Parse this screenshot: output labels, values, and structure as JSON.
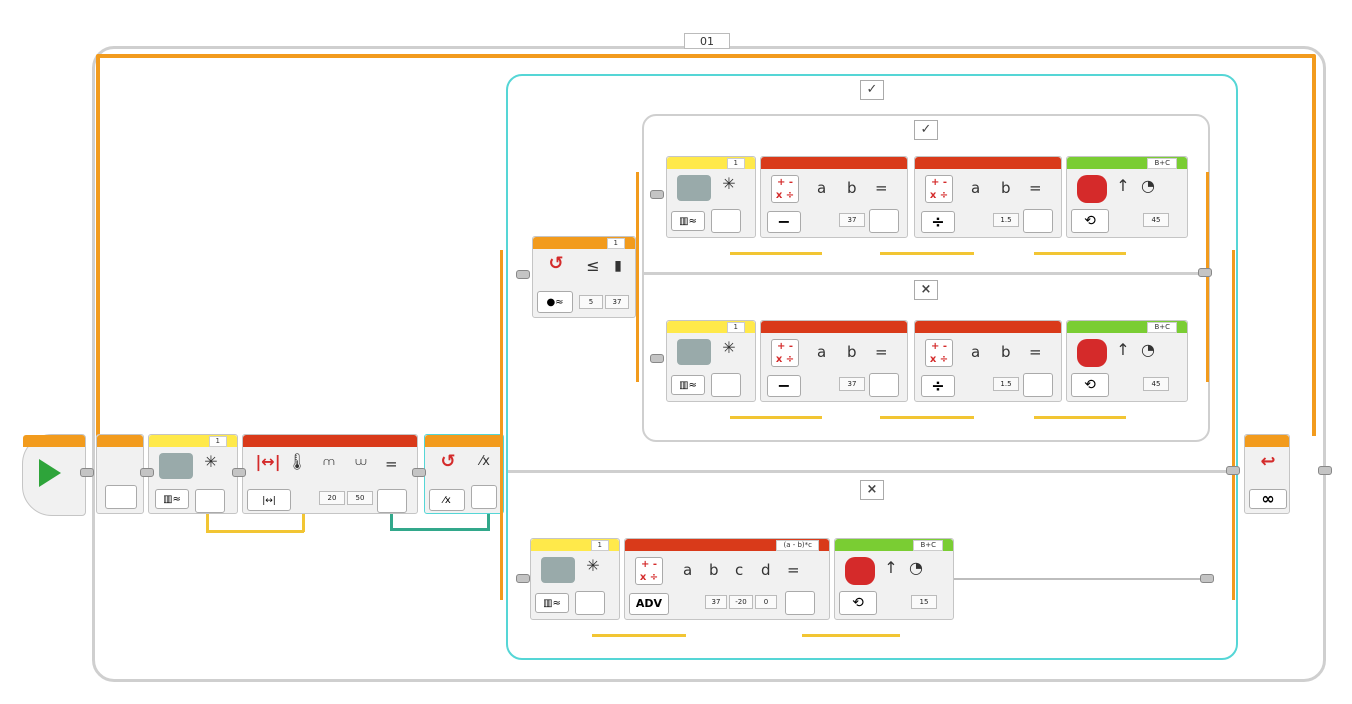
{
  "loop": {
    "name": "01",
    "mode_icon": "infinity-icon",
    "end_label": "∞"
  },
  "start": {
    "icon": "play-icon"
  },
  "sensor_block": {
    "port": "1",
    "icon": "color-sensor-icon",
    "mode": "reflected-light-icon"
  },
  "compare_block": {
    "values": [
      "20",
      "50"
    ]
  },
  "outer_switch": {
    "true_label": "✓",
    "false_label": "×",
    "mode_icon": "logic-switch-icon",
    "mode_label": "⁄x"
  },
  "inner_switch": {
    "port": "1",
    "compare": "≤",
    "values": [
      "5",
      "37"
    ]
  },
  "case_true": {
    "label": "✓",
    "sensor_port": "1",
    "math1": {
      "op": "−",
      "a": "a",
      "b": "b",
      "eq": "=",
      "value": "37"
    },
    "math2": {
      "op": "÷",
      "a": "a",
      "b": "b",
      "eq": "=",
      "value": "1.5"
    },
    "steer": {
      "ports": "B+C",
      "value": "45"
    }
  },
  "case_false": {
    "label": "×",
    "sensor_port": "1",
    "math1": {
      "op": "−",
      "a": "a",
      "b": "b",
      "eq": "=",
      "value": "37"
    },
    "math2": {
      "op": "÷",
      "a": "a",
      "b": "b",
      "eq": "=",
      "value": "1.5"
    },
    "steer": {
      "ports": "B+C",
      "value": "45"
    }
  },
  "outer_false": {
    "label": "×",
    "sensor_port": "1",
    "adv": {
      "formula": "(a - b)*c",
      "mode": "ADV",
      "a": "a",
      "b": "b",
      "c": "c",
      "d": "d",
      "eq": "=",
      "values": [
        "37",
        "-20",
        "0"
      ]
    },
    "steer": {
      "ports": "B+C",
      "value": "15"
    }
  },
  "colors": {
    "orange": "#f29b1d",
    "teal": "#55d6d6",
    "red": "#d93a1a",
    "yellow": "#ffe94a",
    "green": "#7acd33",
    "wire": "#f2c533"
  }
}
